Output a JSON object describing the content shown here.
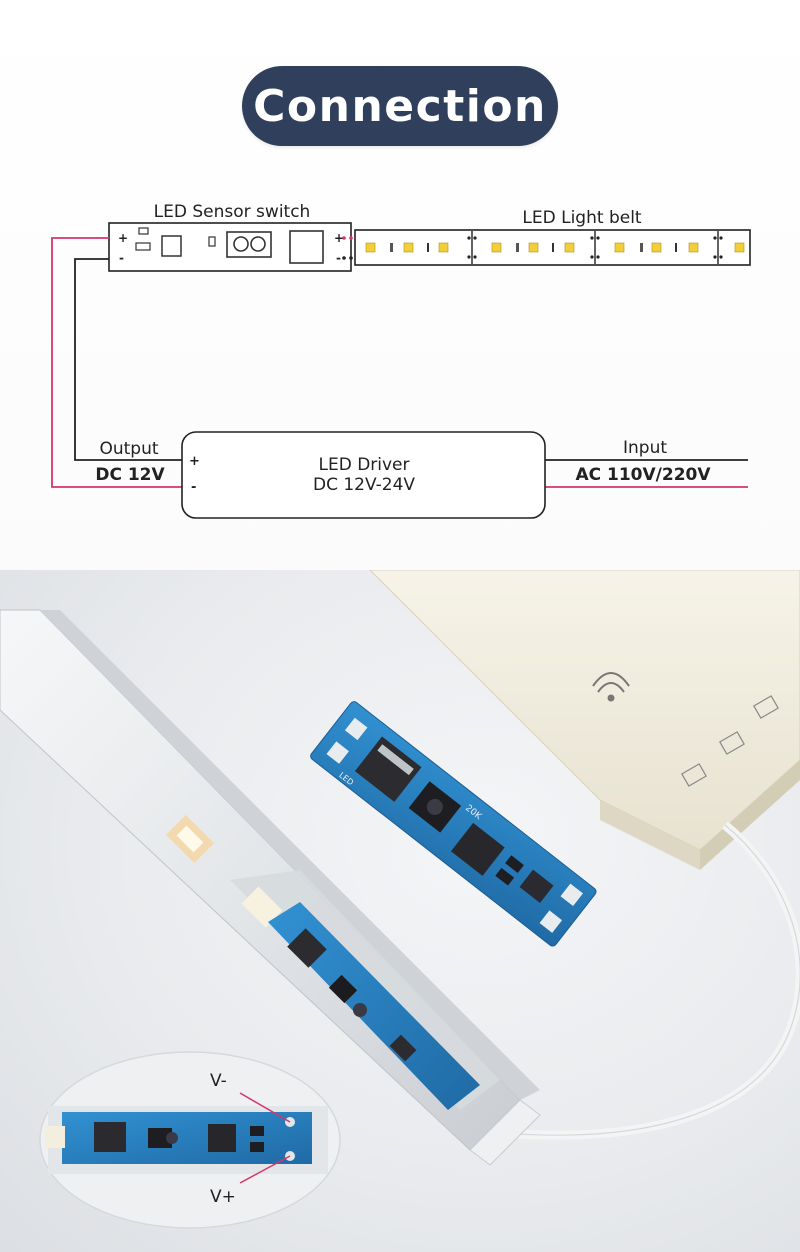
{
  "title": "Connection",
  "diagram": {
    "sensor_switch_label": "LED Sensor switch",
    "light_belt_label": "LED Light belt",
    "output_label": "Output",
    "output_voltage": "DC 12V",
    "driver_name": "LED Driver",
    "driver_range": "DC 12V-24V",
    "input_label": "Input",
    "input_voltage": "AC 110V/220V",
    "plus_sign": "+",
    "minus_sign": "-",
    "wire_positive_color": "#d63569",
    "wire_negative_color": "#222222",
    "led_color": "#f2cf3a"
  },
  "photo": {
    "callout_v_minus": "V-",
    "callout_v_plus": "V+",
    "board_text_1": "LED",
    "board_text_2": "20K",
    "pcb_color": "#2a7fc0",
    "profile_color": "#e6e8ea",
    "driver_box_color": "#f1eee0"
  }
}
